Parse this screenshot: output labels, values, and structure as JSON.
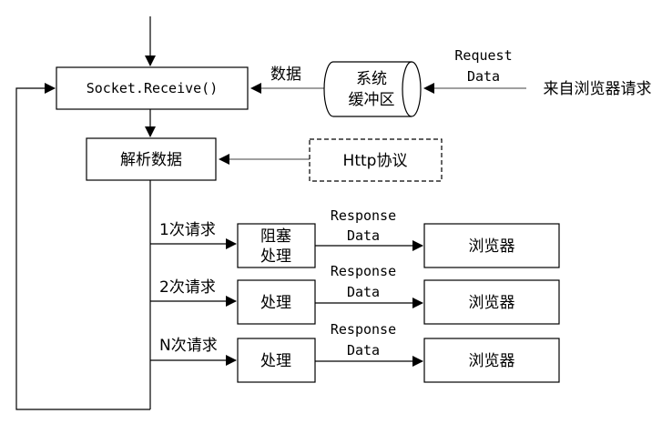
{
  "diagram": {
    "socket_receive": "Socket.Receive()",
    "parse_data": "解析数据",
    "http_protocol": "Http协议",
    "buffer_line1": "系统",
    "buffer_line2": "缓冲区",
    "data_label": "数据",
    "request_line1": "Request",
    "request_line2": "Data",
    "from_browser": "来自浏览器请求",
    "branches": [
      {
        "request_label": "1次请求",
        "process_line1": "阻塞",
        "process_line2": "处理",
        "response_line1": "Response",
        "response_line2": "Data",
        "browser": "浏览器"
      },
      {
        "request_label": "2次请求",
        "process_line1": "处理",
        "process_line2": "",
        "response_line1": "Response",
        "response_line2": "Data",
        "browser": "浏览器"
      },
      {
        "request_label": "N次请求",
        "process_line1": "处理",
        "process_line2": "",
        "response_line1": "Response",
        "response_line2": "Data",
        "browser": "浏览器"
      }
    ]
  }
}
